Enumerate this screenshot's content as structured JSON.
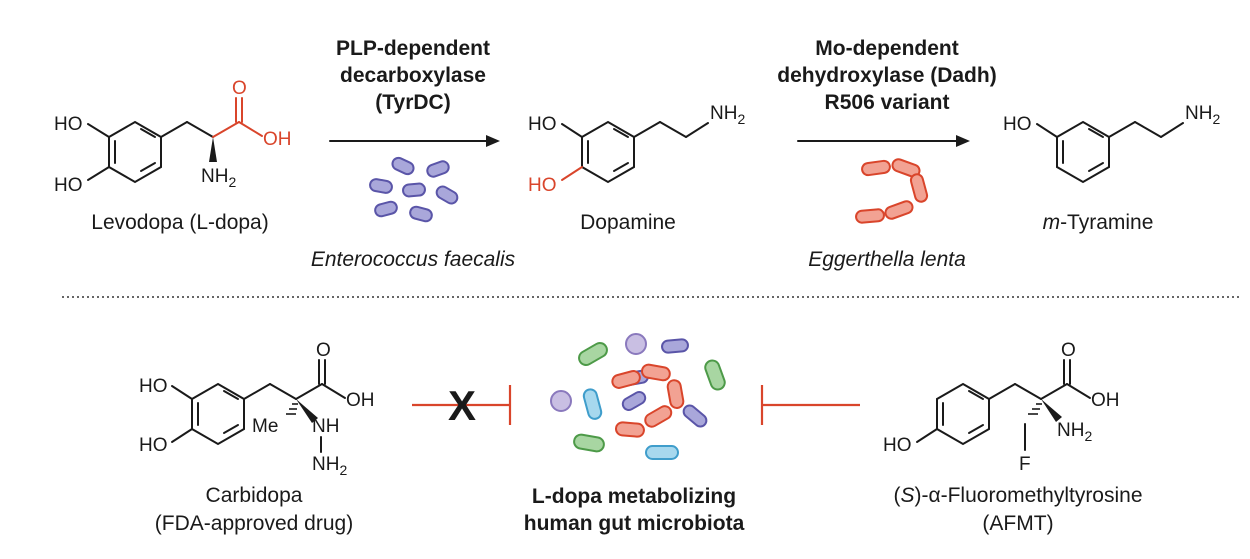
{
  "colors": {
    "red": "#d9452b",
    "ink": "#1a1a1a",
    "purple_fill": "#a9a7da",
    "purple_stroke": "#5a55a8",
    "red_fill": "#f2a293",
    "red_stroke": "#d9452b",
    "green_fill": "#a8d6a2",
    "green_stroke": "#4d9a48",
    "blue_fill": "#a7d8ee",
    "blue_stroke": "#3f9dcb",
    "lavender_fill": "#c9bfe3",
    "lavender_stroke": "#8a79bd"
  },
  "pathway": {
    "levodopa": {
      "name": "Levodopa (L-dopa)",
      "atoms": {
        "ho1": "HO",
        "ho2": "HO",
        "o": "O",
        "oh": "OH",
        "nh2": "NH",
        "nh2_sub": "2"
      }
    },
    "enzyme1": {
      "line1": "PLP-dependent",
      "line2": "decarboxylase",
      "line3": "(TyrDC)",
      "organism": "Enterococcus faecalis"
    },
    "dopamine": {
      "name": "Dopamine",
      "atoms": {
        "ho1": "HO",
        "ho2": "HO",
        "nh": "NH",
        "nh_sub": "2"
      }
    },
    "enzyme2": {
      "line1": "Mo-dependent",
      "line2": "dehydroxylase (Dadh)",
      "line3": "R506 variant",
      "organism": "Eggerthella lenta"
    },
    "tyramine": {
      "name_prefix": "m",
      "name_rest": "-Tyramine",
      "atoms": {
        "ho": "HO",
        "nh": "NH",
        "nh_sub": "2"
      }
    }
  },
  "inhibition": {
    "carbidopa": {
      "line1": "Carbidopa",
      "line2": "(FDA-approved drug)",
      "atoms": {
        "ho1": "HO",
        "ho2": "HO",
        "o": "O",
        "oh": "OH",
        "me": "Me",
        "nh": "NH",
        "nh2": "NH",
        "nh2_sub": "2"
      }
    },
    "blocked_mark": "X",
    "microbiota": {
      "line1": "L-dopa metabolizing",
      "line2": "human gut microbiota"
    },
    "afmt": {
      "line1_prefix": "(",
      "line1_italic": "S",
      "line1_rest": ")-α-Fluoromethyltyrosine",
      "line2": "(AFMT)",
      "atoms": {
        "ho": "HO",
        "o": "O",
        "oh": "OH",
        "nh": "NH",
        "nh_sub": "2",
        "f": "F"
      }
    }
  }
}
